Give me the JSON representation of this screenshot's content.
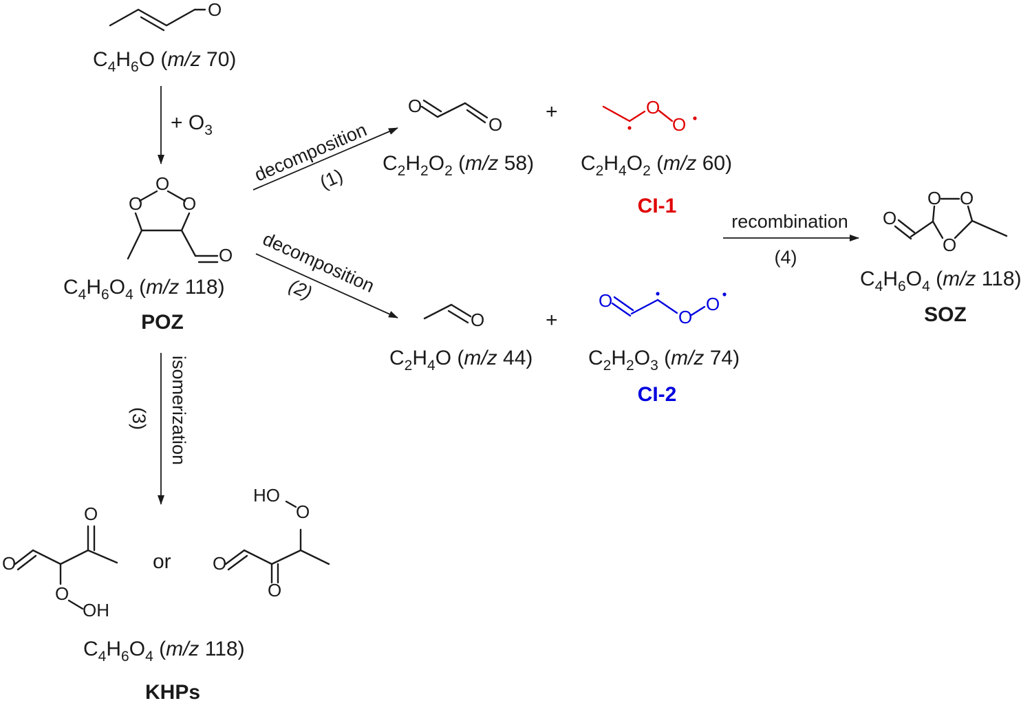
{
  "reactant": {
    "formula_main": "C",
    "n4": "4",
    "H": "H",
    "n6": "6",
    "O": "O",
    "mz_open": " (",
    "mz_italic": "m/z",
    "mz_value": " 70)"
  },
  "ozone_step": {
    "plus": "+ O",
    "sub": "3"
  },
  "poz": {
    "formula": {
      "C": "C",
      "n1": "4",
      "H": "H",
      "n2": "6",
      "O": "O",
      "n3": "4",
      "open": " (",
      "mz": "m/z",
      "val": " 118)"
    },
    "label": "POZ"
  },
  "pathway1": {
    "verb": "decomposition",
    "num": "(1)"
  },
  "pathway2": {
    "verb": "decomposition",
    "num": "(2)"
  },
  "pathway3": {
    "verb": "isomerization",
    "num": "(3)"
  },
  "pathway4": {
    "verb": "recombination",
    "num": "(4)"
  },
  "glyoxal": {
    "C": "C",
    "n1": "2",
    "H": "H",
    "n2": "2",
    "O": "O",
    "n3": "2",
    "open": " (",
    "mz": "m/z",
    "val": " 58)"
  },
  "ci1": {
    "C": "C",
    "n1": "2",
    "H": "H",
    "n2": "4",
    "O": "O",
    "n3": "2",
    "open": " (",
    "mz": "m/z",
    "val": " 60)",
    "label": "CI-1",
    "color": "#e00000"
  },
  "acetaldehyde": {
    "C": "C",
    "n1": "2",
    "H": "H",
    "n2": "4",
    "O": "O",
    "open": " (",
    "mz": "m/z",
    "val": " 44)"
  },
  "ci2": {
    "C": "C",
    "n1": "2",
    "H": "H",
    "n2": "2",
    "O": "O",
    "n3": "3",
    "open": " (",
    "mz": "m/z",
    "val": " 74)",
    "label": "CI-2",
    "color": "#0000e0"
  },
  "soz": {
    "C": "C",
    "n1": "4",
    "H": "H",
    "n2": "6",
    "O": "O",
    "n3": "4",
    "open": " (",
    "mz": "m/z",
    "val": " 118)",
    "label": "SOZ"
  },
  "khps": {
    "C": "C",
    "n1": "4",
    "H": "H",
    "n2": "6",
    "O": "O",
    "n3": "4",
    "open": " (",
    "mz": "m/z",
    "val": " 118)",
    "label": "KHPs",
    "or": "or"
  },
  "plus_sign": "+",
  "atoms": {
    "O": "O",
    "OH": "OH",
    "HO": "HO"
  }
}
